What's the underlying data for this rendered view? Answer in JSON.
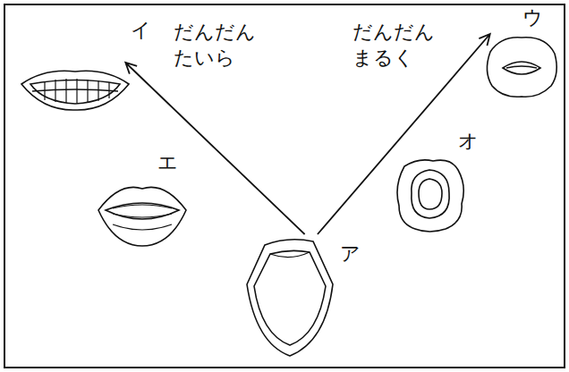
{
  "diagram": {
    "nodes": [
      {
        "text": [
          "イ"
        ]
      },
      {
        "text": [
          "ウ"
        ]
      },
      {
        "text": [
          "エ"
        ]
      },
      {
        "text": [
          "オ"
        ]
      },
      {
        "text": [
          "ア"
        ]
      }
    ],
    "edges": [
      {
        "from": 4,
        "to": 0,
        "arrow": "to",
        "label": "だんだん たいら"
      },
      {
        "from": 4,
        "to": 1,
        "arrow": "to",
        "label": "だんだん まるく"
      }
    ]
  }
}
